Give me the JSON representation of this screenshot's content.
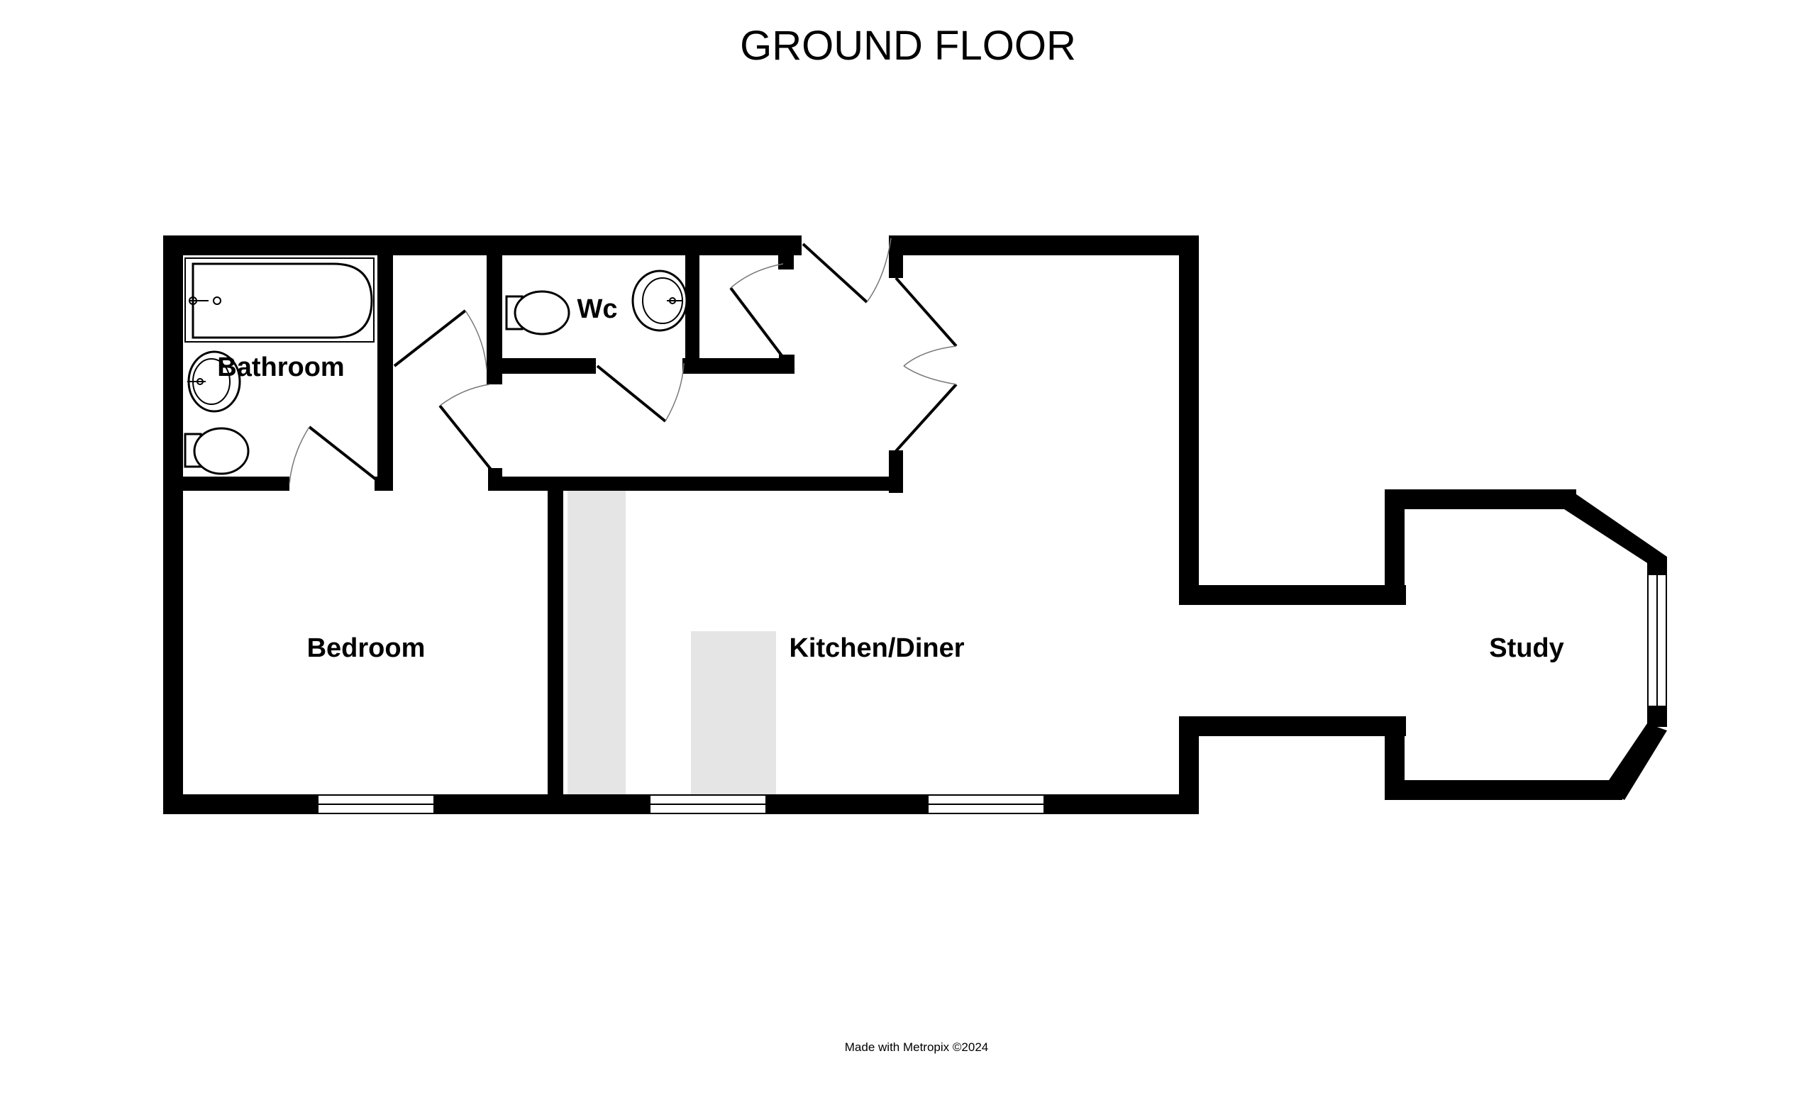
{
  "floor_title": "GROUND FLOOR",
  "rooms": {
    "bathroom": "Bathroom",
    "wc": "Wc",
    "bedroom": "Bedroom",
    "kitchen_diner": "Kitchen/Diner",
    "study": "Study"
  },
  "credit": "Made with Metropix ©2024",
  "colors": {
    "walls": "#000000",
    "background": "#ffffff",
    "kitchen_units": "#e5e5e5"
  }
}
